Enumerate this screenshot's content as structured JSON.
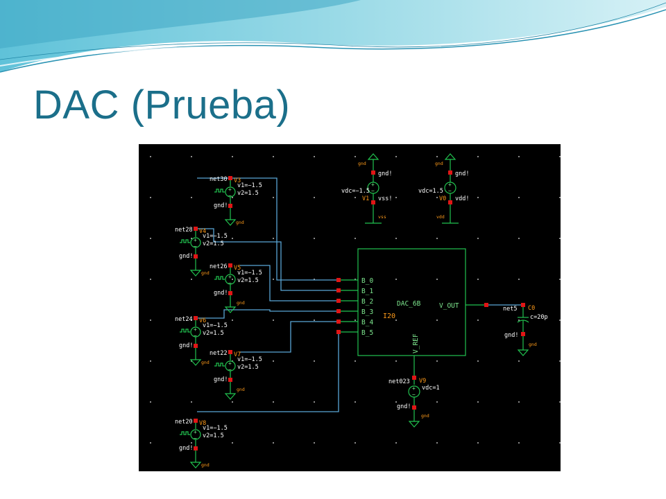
{
  "slide": {
    "title": "DAC (Prueba)"
  },
  "schematic": {
    "sources": [
      {
        "net": "net30",
        "inst": "V3",
        "v1": "v1=−1.5",
        "v2": "v2=1.5",
        "gnd": "gnd!",
        "gnd_lbl": "gnd"
      },
      {
        "net": "net28",
        "inst": "V4",
        "v1": "v1=−1.5",
        "v2": "v2=1.5",
        "gnd": "gnd!",
        "gnd_lbl": "gnd"
      },
      {
        "net": "net26",
        "inst": "V5",
        "v1": "v1=−1.5",
        "v2": "v2=1.5",
        "gnd": "gnd!",
        "gnd_lbl": "gnd"
      },
      {
        "net": "net24",
        "inst": "V6",
        "v1": "v1=−1.5",
        "v2": "v2=1.5",
        "gnd": "gnd!",
        "gnd_lbl": "gnd"
      },
      {
        "net": "net22",
        "inst": "V7",
        "v1": "v1=−1.5",
        "v2": "v2=1.5",
        "gnd": "gnd!",
        "gnd_lbl": "gnd"
      },
      {
        "net": "net20",
        "inst": "V8",
        "v1": "v1=−1.5",
        "v2": "v2=1.5",
        "gnd": "gnd!",
        "gnd_lbl": "gnd"
      }
    ],
    "supplies": [
      {
        "top_lbl": "gnd",
        "top_net": "gnd!",
        "vdc": "vdc=−1.5",
        "inst": "V1",
        "net": "vss!",
        "bottom_lbl": "vss"
      },
      {
        "top_lbl": "gnd",
        "top_net": "gnd!",
        "vdc": "vdc=1.5",
        "inst": "V0",
        "net": "vdd!",
        "bottom_lbl": "vdd"
      }
    ],
    "dac": {
      "name": "DAC_6B",
      "inst": "I20",
      "inputs": [
        "B_0",
        "B_1",
        "B_2",
        "B_3",
        "B_4",
        "B_5"
      ],
      "output": "V_OUT",
      "ref": "V_REF"
    },
    "ref_source": {
      "net": "net023",
      "inst": "V9",
      "vdc": "vdc=1",
      "gnd": "gnd!",
      "gnd_lbl": "gnd"
    },
    "load_cap": {
      "net": "net5",
      "inst": "C0",
      "value": "c=20p",
      "gnd": "gnd!",
      "gnd_lbl": "gnd"
    }
  }
}
